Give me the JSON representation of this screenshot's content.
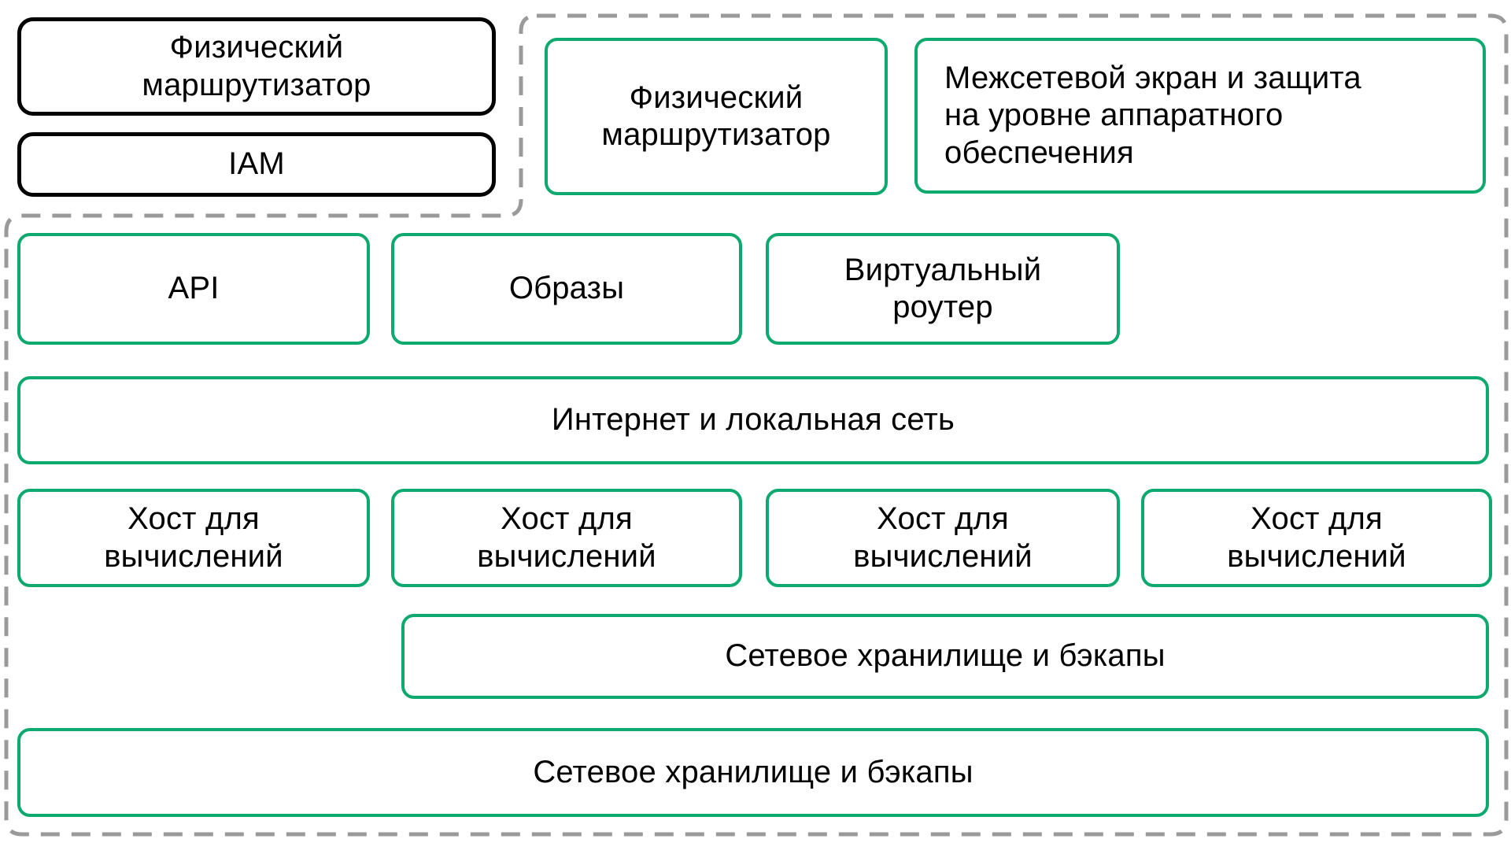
{
  "colors": {
    "green": "#0ea96f",
    "dash": "#9a9a9a",
    "ink": "#000000",
    "background": "#ffffff"
  },
  "top_left_group": {
    "boxes": [
      {
        "label": "Физический\nмаршрутизатор"
      },
      {
        "label": "IAM"
      }
    ]
  },
  "top_right_group": {
    "boxes": [
      {
        "label": "Физический\nмаршрутизатор"
      },
      {
        "label": "Межсетевой экран и защита\nна уровне аппаратного\nобеспечения"
      }
    ]
  },
  "main_group": {
    "row1": [
      {
        "label": "API"
      },
      {
        "label": "Образы"
      },
      {
        "label": "Виртуальный\nроутер"
      }
    ],
    "row2": {
      "label": "Интернет и локальная сеть"
    },
    "row3": [
      {
        "label": "Хост для\nвычислений"
      },
      {
        "label": "Хост для\nвычислений"
      },
      {
        "label": "Хост для\nвычислений"
      },
      {
        "label": "Хост для\nвычислений"
      }
    ],
    "row4": {
      "label": "Сетевое хранилище и бэкапы"
    },
    "row5": {
      "label": "Сетевое хранилище и бэкапы"
    }
  }
}
